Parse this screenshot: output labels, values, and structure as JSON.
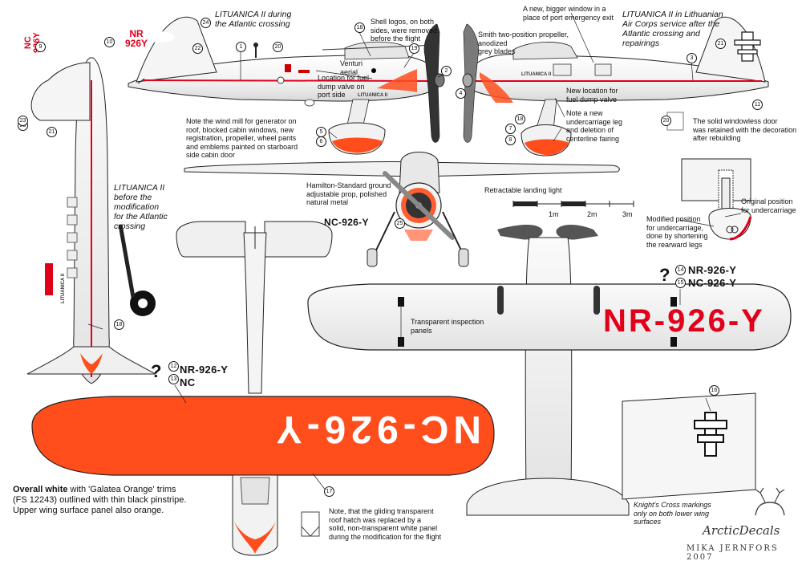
{
  "captions": {
    "atlantic_left": "LITUANICA II during\nthe Atlantic crossing",
    "lithuanian_right": "LITUANICA II in Lithuanian\nAir Corps service after the\nAtlantic crossing and\nrepairings",
    "before_mod": "LITUANICA II\nbefore the\nmodification\nfor the Atlantic\ncrossing"
  },
  "notes": {
    "shell_logos": "Shell logos, on both\nsides, were removed\nbefore the flight",
    "venturi": "Venturi\naerial",
    "fuel_dump_port": "Location for fuel\ndump valve on\nport side",
    "wind_mill": "Note the wind mill for generator on\nroof, blocked cabin windows, new\nregistration, propeller, wheel pants\nand emblems painted on starboard\nside cabin door",
    "new_window": "A new, bigger window in a\nplace of port emergency exit",
    "smith_prop": "Smith two-position propeller,\nanodized\ngrey blades",
    "new_fuel_dump": "New location for\nfuel dump valve",
    "new_undercarriage": "Note a new\nundercarriage leg\nand deletion of\ncenterline fairing",
    "windowless_door": "The solid windowless door\nwas retained with the decoration\nafter rebuilding",
    "hamilton_prop": "Hamilton-Standard ground\nadjustable prop, polished\nnatural metal",
    "retractable_light": "Retractable landing light",
    "original_position": "Original position\nfor undercarriage",
    "modified_position": "Modified position\nfor undercarriage,\ndone by shortening\nthe rearward legs",
    "inspection_panels": "Transparent inspection\npanels",
    "knights_cross": "Knight's Cross markings\nonly on both lower wing\nsurfaces",
    "gliding_hatch": "Note, that the gliding transparent\nroof hatch was replaced by a\nsolid, non-transparent white panel\nduring the modification for the flight"
  },
  "registrations": {
    "nr_926_y": "NR-926-Y",
    "nc_926_y": "NC-926-Y",
    "nc": "NC",
    "side_view_reg": "NR\n926Y",
    "top_view_reg": "NC\n926Y",
    "upper_wing_text": "NC-926-Y",
    "lower_wing_text": "NR-926-Y",
    "front_view_reg": "NC-926-Y",
    "question_mark": "?"
  },
  "scale": {
    "labels": [
      "1m",
      "2m",
      "3m"
    ]
  },
  "fuselage_text": "LITUANICA II",
  "footer": {
    "colour_bold": "Overall white",
    "colour_rest": " with 'Galatea Orange' trims\n(FS 12243)  outlined with thin black pinstripe.\nUpper wing surface panel also orange.",
    "brand": "ArcticDecals",
    "author": "MIKA JERNFORS 2007"
  },
  "callouts": [
    "1",
    "2",
    "3",
    "4",
    "5",
    "6",
    "7",
    "8",
    "9",
    "10",
    "11",
    "12",
    "13",
    "14",
    "15",
    "16",
    "17",
    "18",
    "19",
    "20",
    "21",
    "22",
    "23",
    "24",
    "25"
  ],
  "colors": {
    "orange": "#ff4d1c",
    "red_line": "#e0001a",
    "white_body": "#f4f4f4",
    "outline": "#222222",
    "grey_shade": "#d8d8d8"
  }
}
